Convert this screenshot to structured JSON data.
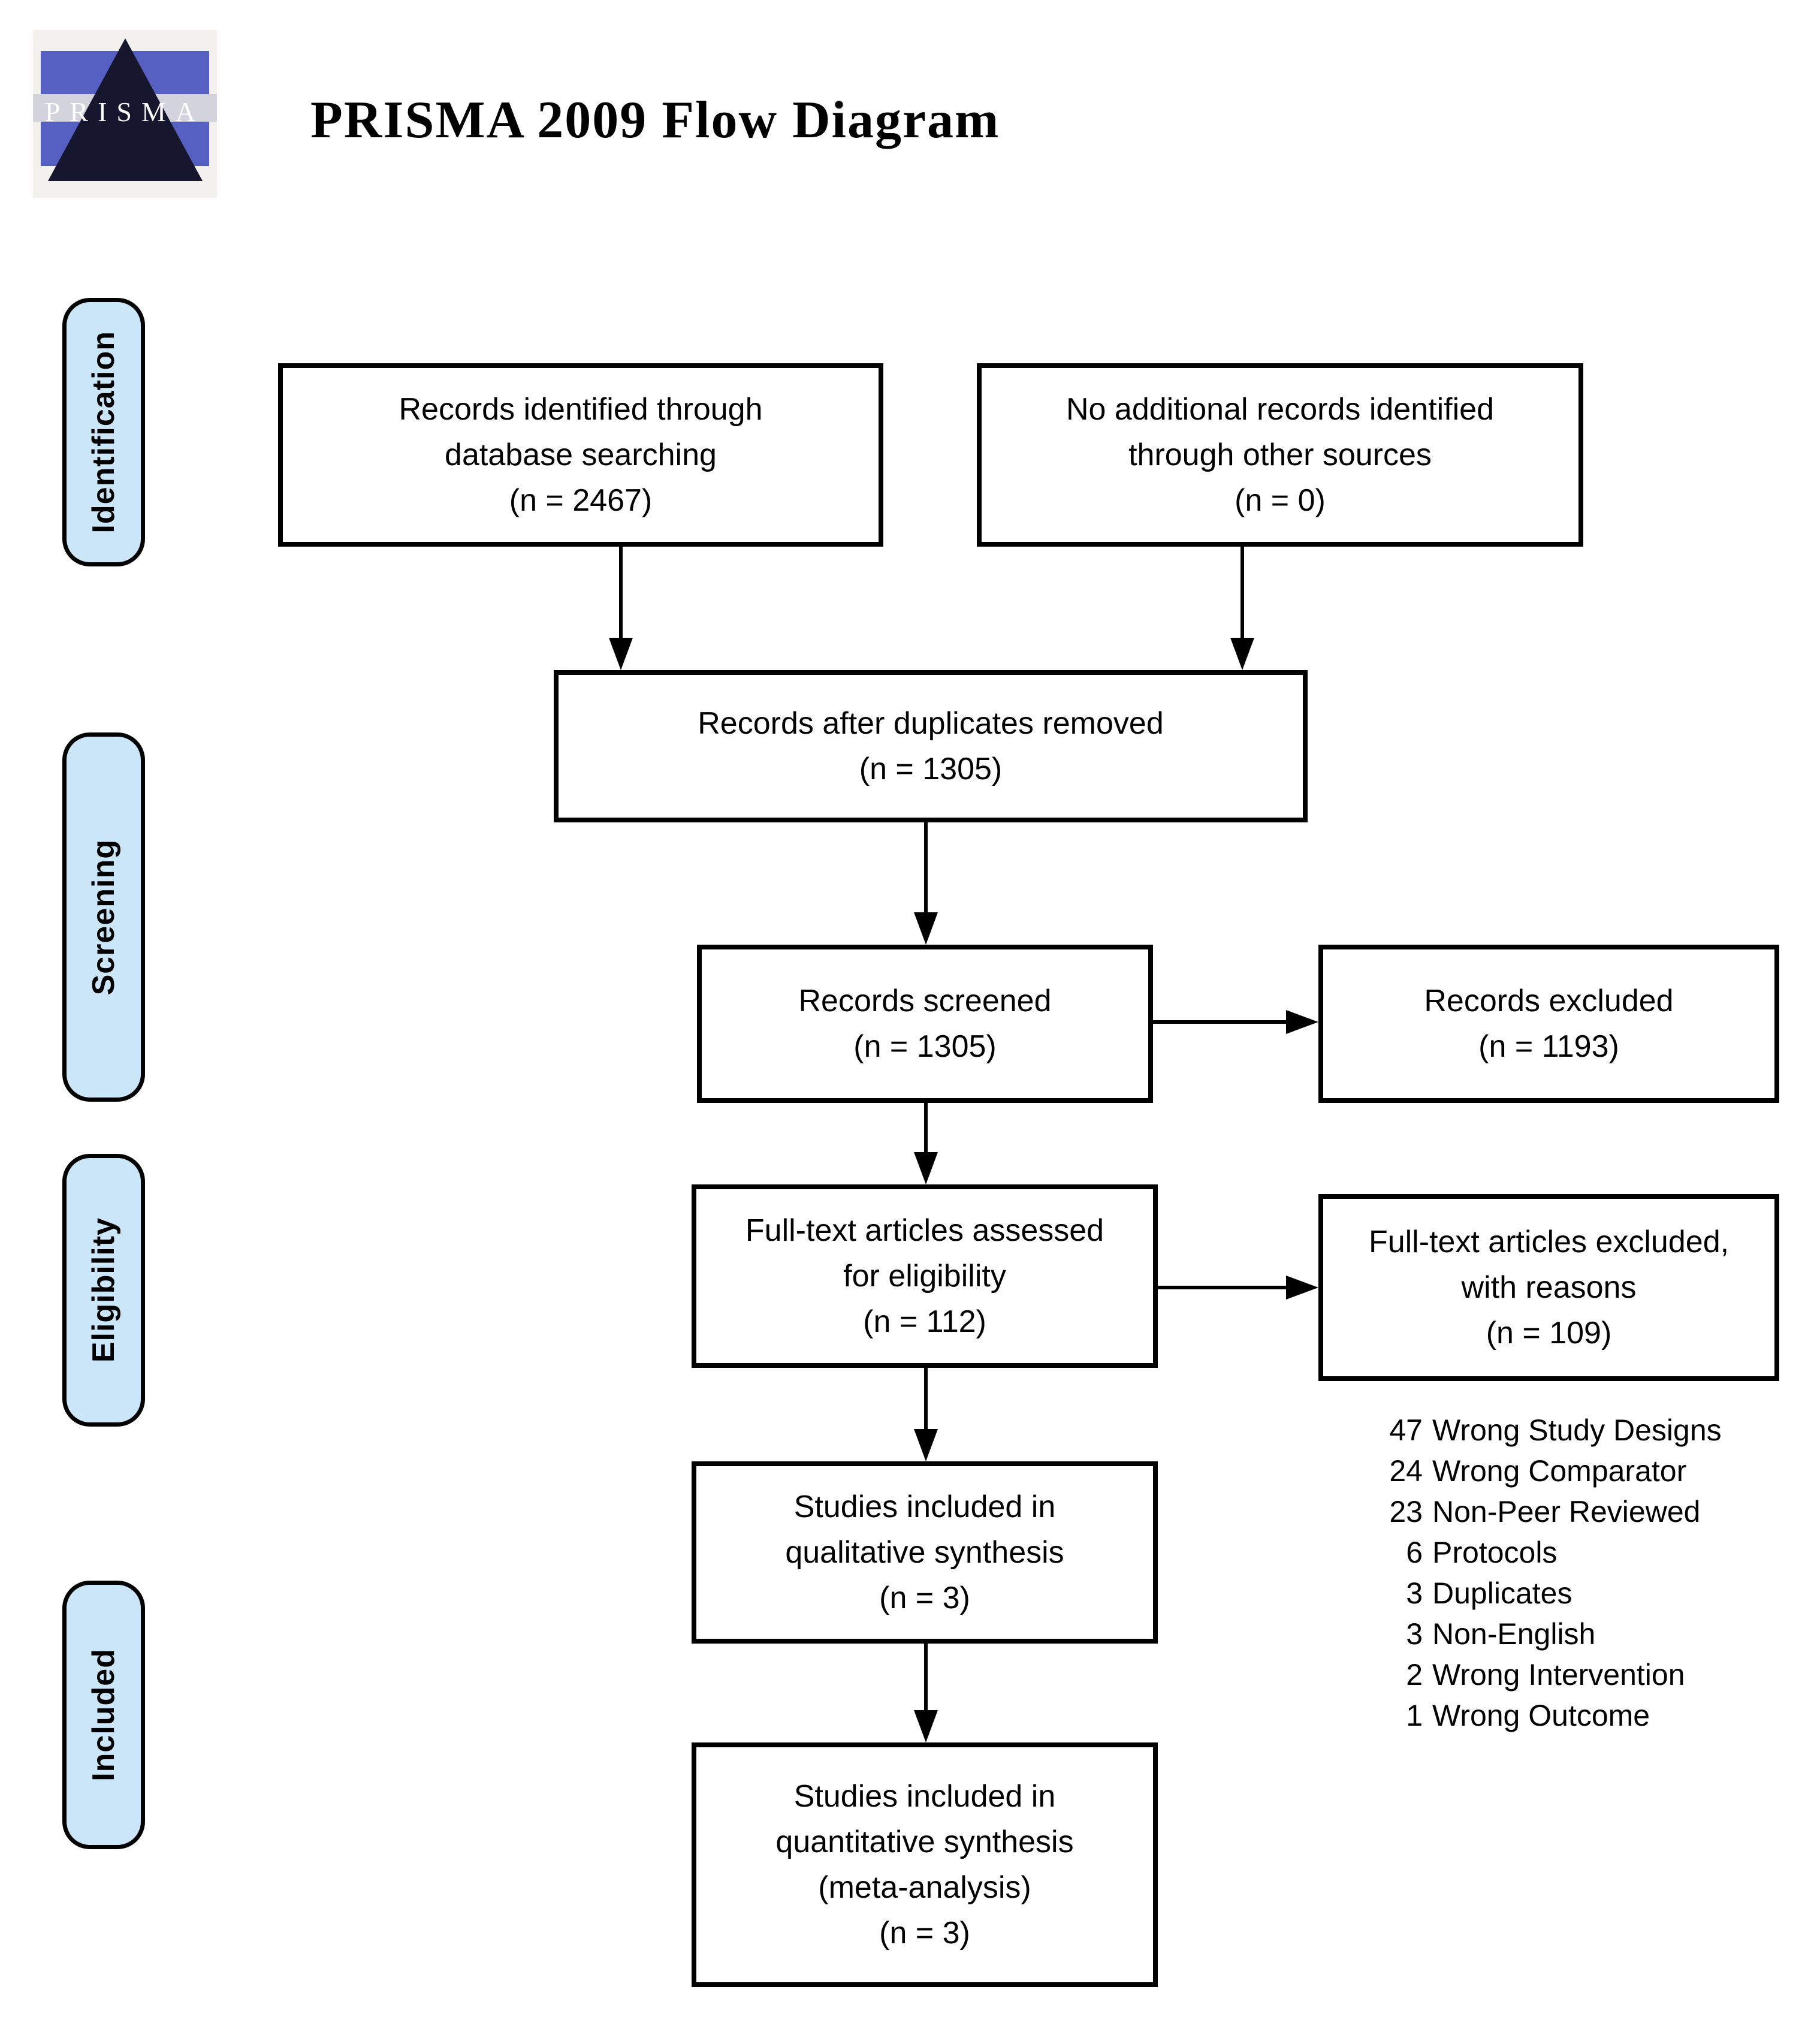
{
  "header": {
    "title": "PRISMA 2009 Flow Diagram",
    "logo_text": "PRISMA"
  },
  "colors": {
    "stage_fill": "#cbe6f8",
    "logo_blue": "#5560c2",
    "logo_band": "#d2d3dd",
    "logo_triangle": "#16162f"
  },
  "stages": [
    {
      "label": "Identification"
    },
    {
      "label": "Screening"
    },
    {
      "label": "Eligibility"
    },
    {
      "label": "Included"
    }
  ],
  "boxes": {
    "identified": {
      "lines": [
        "Records identified through",
        "database searching",
        "(n = 2467)"
      ]
    },
    "additional": {
      "lines": [
        "No additional records identified",
        "through other sources",
        "(n = 0)"
      ]
    },
    "duplicates": {
      "lines": [
        "Records after duplicates removed",
        "(n = 1305)"
      ]
    },
    "screened": {
      "lines": [
        "Records screened",
        "(n = 1305)"
      ]
    },
    "records_excluded": {
      "lines": [
        "Records excluded",
        "(n = 1193)"
      ]
    },
    "fulltext": {
      "lines": [
        "Full-text articles assessed",
        "for eligibility",
        "(n = 112)"
      ]
    },
    "fulltext_excluded": {
      "lines": [
        "Full-text articles excluded,",
        "with reasons",
        "(n = 109)"
      ]
    },
    "qualitative": {
      "lines": [
        "Studies included in",
        "qualitative synthesis",
        "(n = 3)"
      ]
    },
    "quantitative": {
      "lines": [
        "Studies included in",
        "quantitative synthesis",
        "(meta-analysis)",
        "(n = 3)"
      ]
    }
  },
  "exclusion_reasons": [
    {
      "count": "47",
      "label": "Wrong Study Designs"
    },
    {
      "count": "24",
      "label": "Wrong Comparator"
    },
    {
      "count": "23",
      "label": "Non-Peer Reviewed"
    },
    {
      "count": "6",
      "label": "Protocols"
    },
    {
      "count": "3",
      "label": "Duplicates"
    },
    {
      "count": "3",
      "label": "Non-English"
    },
    {
      "count": "2",
      "label": "Wrong Intervention"
    },
    {
      "count": "1",
      "label": "Wrong Outcome"
    }
  ]
}
